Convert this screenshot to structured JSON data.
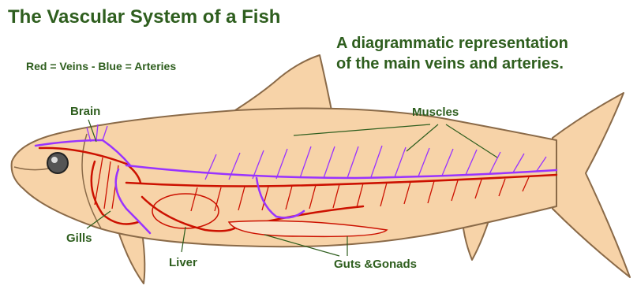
{
  "title": "The Vascular System of a Fish",
  "subtitle": {
    "line1": "A diagrammatic representation",
    "line2": "of the main veins and arteries."
  },
  "legend": "Red = Veins - Blue = Arteries",
  "labels": {
    "brain": "Brain",
    "muscles": "Muscles",
    "gills": "Gills",
    "liver": "Liver",
    "guts": "Guts &Gonads"
  },
  "colors": {
    "text": "#2e5e1e",
    "body_fill": "#f7d3a8",
    "outline": "#8a6a48",
    "vein": "#cc1100",
    "artery": "#9933ff",
    "eye": "#555555"
  }
}
